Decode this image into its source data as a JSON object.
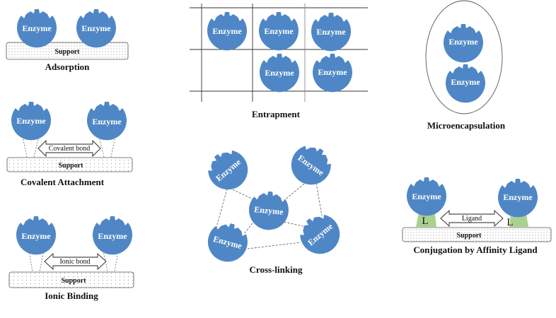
{
  "colors": {
    "enzyme": "#4f87c6",
    "ligand": "#a9d18e",
    "line": "#444444",
    "support_border": "#555555"
  },
  "labels": {
    "enzyme": "Enzyme",
    "support": "Support",
    "ligand_letter": "L"
  },
  "panels": {
    "adsorption": {
      "title": "Adsorption"
    },
    "covalent": {
      "title": "Covalent Attachment",
      "bond": "Covalent bond"
    },
    "ionic": {
      "title": "Ionic Binding",
      "bond": "Ionic bond"
    },
    "entrapment": {
      "title": "Entrapment"
    },
    "microencapsulation": {
      "title": "Microencapsulation"
    },
    "crosslinking": {
      "title": "Cross-linking"
    },
    "affinity": {
      "title": "Conjugation by Affinity Ligand",
      "bond": "Ligand"
    }
  }
}
